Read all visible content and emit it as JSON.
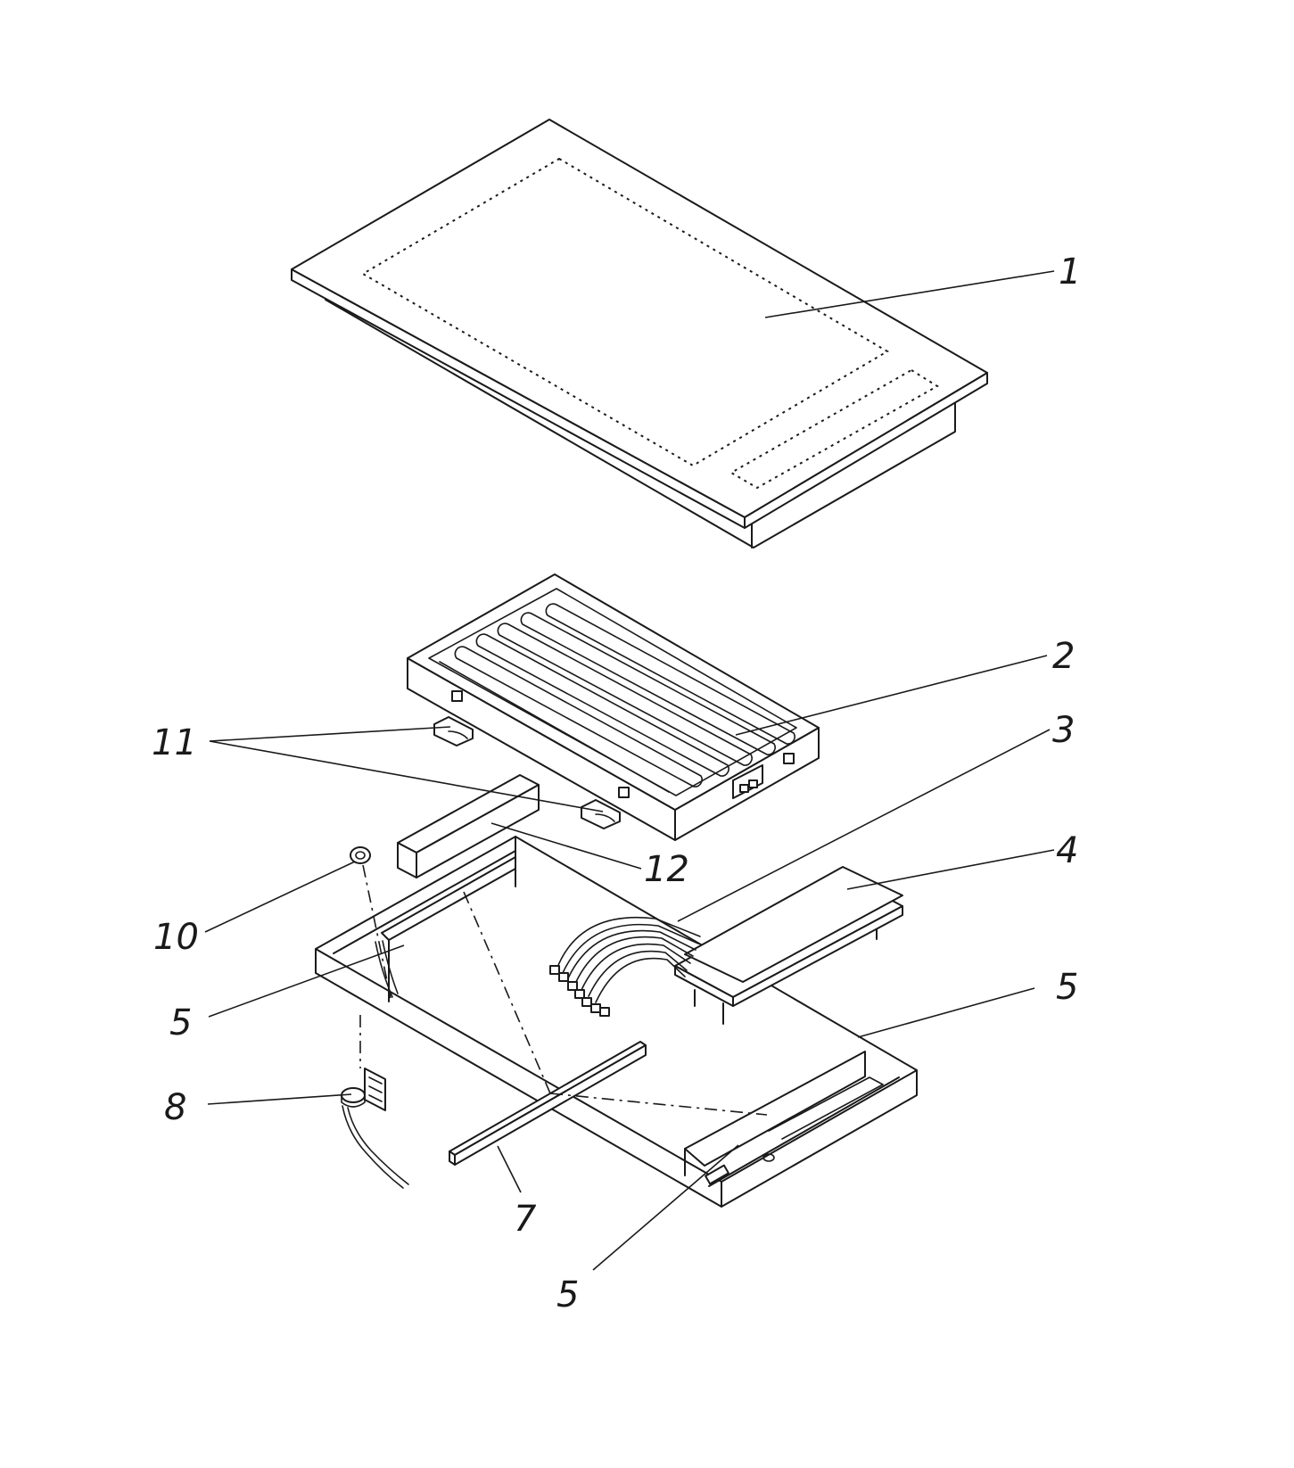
{
  "labels": {
    "l1": "1",
    "l2": "2",
    "l3": "3",
    "l4": "4",
    "l5a": "5",
    "l5b": "5",
    "l5c": "5",
    "l7": "7",
    "l8": "8",
    "l10": "10",
    "l11": "11",
    "l12": "12"
  }
}
